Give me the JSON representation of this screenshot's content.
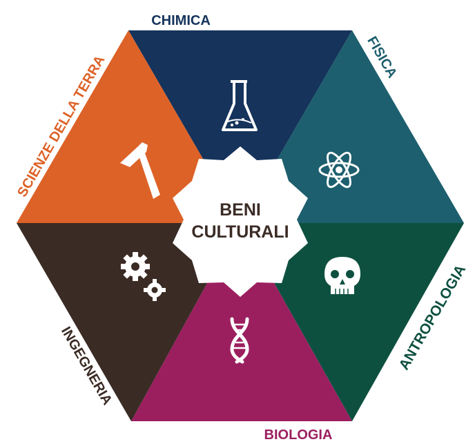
{
  "center": {
    "line1": "BENI",
    "line2": "CULTURALI"
  },
  "segments": [
    {
      "key": "chimica",
      "label": "CHIMICA",
      "color": "#15335b",
      "icon": "flask-icon"
    },
    {
      "key": "fisica",
      "label": "FISICA",
      "color": "#1d5f6e",
      "icon": "atom-icon"
    },
    {
      "key": "antropologia",
      "label": "ANTROPOLOGIA",
      "color": "#0e5040",
      "icon": "skull-icon"
    },
    {
      "key": "biologia",
      "label": "BIOLOGIA",
      "color": "#9b1f5f",
      "icon": "dna-icon"
    },
    {
      "key": "ingegneria",
      "label": "INGEGNERIA",
      "color": "#3b2b25",
      "icon": "gears-icon"
    },
    {
      "key": "scienze_della_terra",
      "label": "SCIENZE DELLA TERRA",
      "color": "#dd6227",
      "icon": "geology-hammer-icon"
    }
  ]
}
